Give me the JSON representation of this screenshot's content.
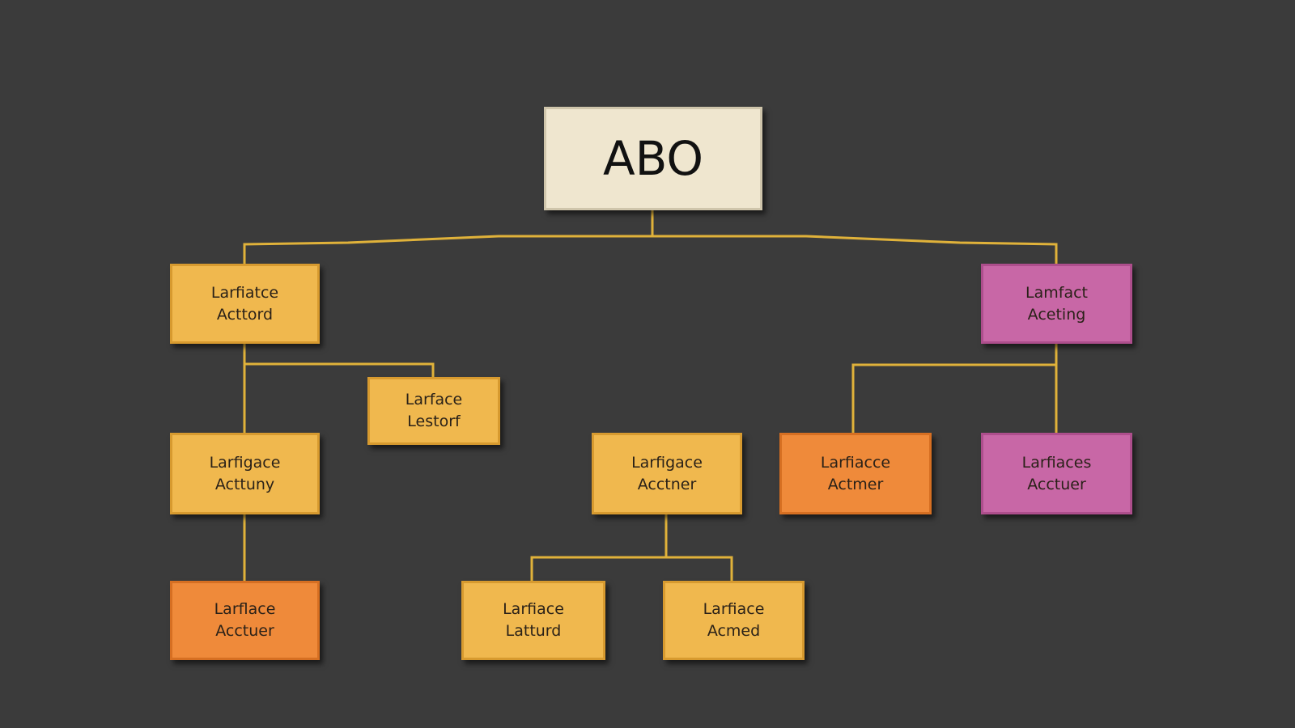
{
  "diagram": {
    "line_color": "#e0b23a",
    "background": "#3b3b3b",
    "nodes": [
      {
        "id": "root",
        "lines": [
          "ABO"
        ],
        "color": "cream"
      },
      {
        "id": "n1",
        "lines": [
          "Larfiatce",
          "Acttord"
        ],
        "color": "yellow"
      },
      {
        "id": "n2",
        "lines": [
          "Lamfact",
          "Aceting"
        ],
        "color": "pink"
      },
      {
        "id": "n3",
        "lines": [
          "Larface",
          "Lestorf"
        ],
        "color": "yellow"
      },
      {
        "id": "n4",
        "lines": [
          "Larfigace",
          "Acttuny"
        ],
        "color": "yellow"
      },
      {
        "id": "n5",
        "lines": [
          "Larfigace",
          "Acctner"
        ],
        "color": "yellow"
      },
      {
        "id": "n6",
        "lines": [
          "Larfiacce",
          "Actmer"
        ],
        "color": "orange"
      },
      {
        "id": "n7",
        "lines": [
          "Larfiaces",
          "Acctuer"
        ],
        "color": "pink"
      },
      {
        "id": "n8",
        "lines": [
          "Larflace",
          "Acctuer"
        ],
        "color": "orange"
      },
      {
        "id": "n9",
        "lines": [
          "Larfiace",
          "Latturd"
        ],
        "color": "yellow"
      },
      {
        "id": "n10",
        "lines": [
          "Larfiace",
          "Acmed"
        ],
        "color": "yellow"
      }
    ]
  }
}
